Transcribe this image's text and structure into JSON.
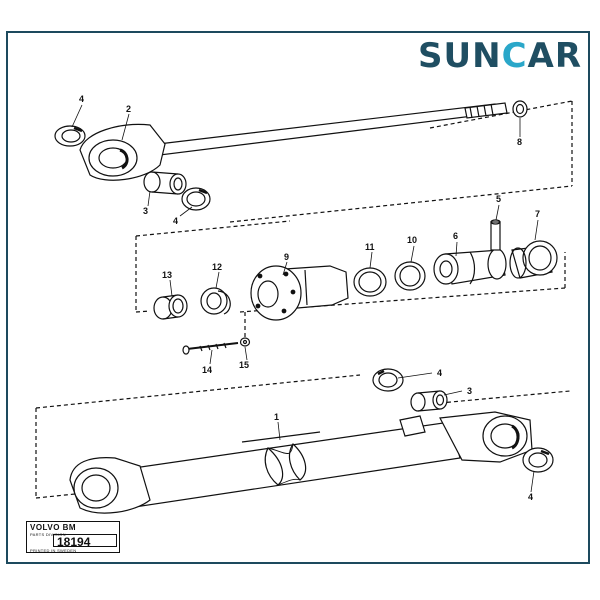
{
  "logo": {
    "text_a": "SUN",
    "text_b": "C",
    "text_c": "AR",
    "accent_color": "#2aa7c9",
    "brand_color": "#1f4e62"
  },
  "frame_color": "#1d4a5e",
  "callouts": {
    "c1": "1",
    "c2": "2",
    "c3a": "3",
    "c3b": "3",
    "c4a": "4",
    "c4b": "4",
    "c4c": "4",
    "c4d": "4",
    "c5": "5",
    "c6": "6",
    "c7": "7",
    "c8": "8",
    "c9": "9",
    "c10": "10",
    "c11": "11",
    "c12": "12",
    "c13": "13",
    "c14": "14",
    "c15": "15"
  },
  "stamp": {
    "brand": "VOLVO BM",
    "subtitle": "PARTS DIVISION",
    "number": "18194",
    "footer": "PRINTED IN SWEDEN"
  }
}
